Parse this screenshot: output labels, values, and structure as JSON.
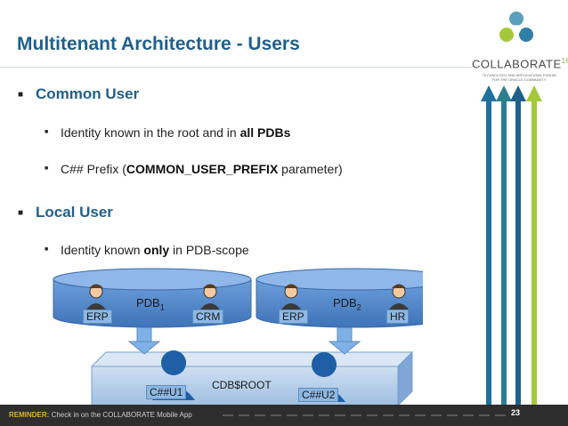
{
  "slide": {
    "title": "Multitenant Architecture - Users",
    "page_number": "23"
  },
  "bullets": {
    "common_user": "Common User",
    "common_1_pre": "Identity known in the root and in ",
    "common_1_bold": "all PDBs",
    "common_2_pre": "C## Prefix (",
    "common_2_bold": "COMMON_USER_PREFIX",
    "common_2_post": " parameter)",
    "local_user": "Local User",
    "local_1_pre": "Identity known ",
    "local_1_bold": "only",
    "local_1_post": " in PDB-scope"
  },
  "logo": {
    "name": "COLLABORATE",
    "year": "16",
    "tagline": "TECHNOLOGY AND APPLICATIONS FORUM FOR THE ORACLE COMMUNITY"
  },
  "diagram": {
    "pdb1": {
      "label": "PDB",
      "sub": "1",
      "users": [
        "ERP",
        "CRM"
      ]
    },
    "pdb2": {
      "label": "PDB",
      "sub": "2",
      "users": [
        "ERP",
        "HR"
      ]
    },
    "cdb": {
      "label": "CDB$ROOT",
      "users": [
        "C##U1",
        "C##U2"
      ]
    }
  },
  "footer": {
    "reminder_label": "REMINDER:",
    "reminder_text": " Check in on the COLLABORATE Mobile App"
  },
  "colors": {
    "title": "#1f5f8b",
    "arrow_blue": "#1f6f9f",
    "arrow_teal": "#2a7f8f",
    "arrow_green": "#a5c93a",
    "cylinder": "#5b8fd0",
    "footer_bg": "#2d2d2d"
  }
}
